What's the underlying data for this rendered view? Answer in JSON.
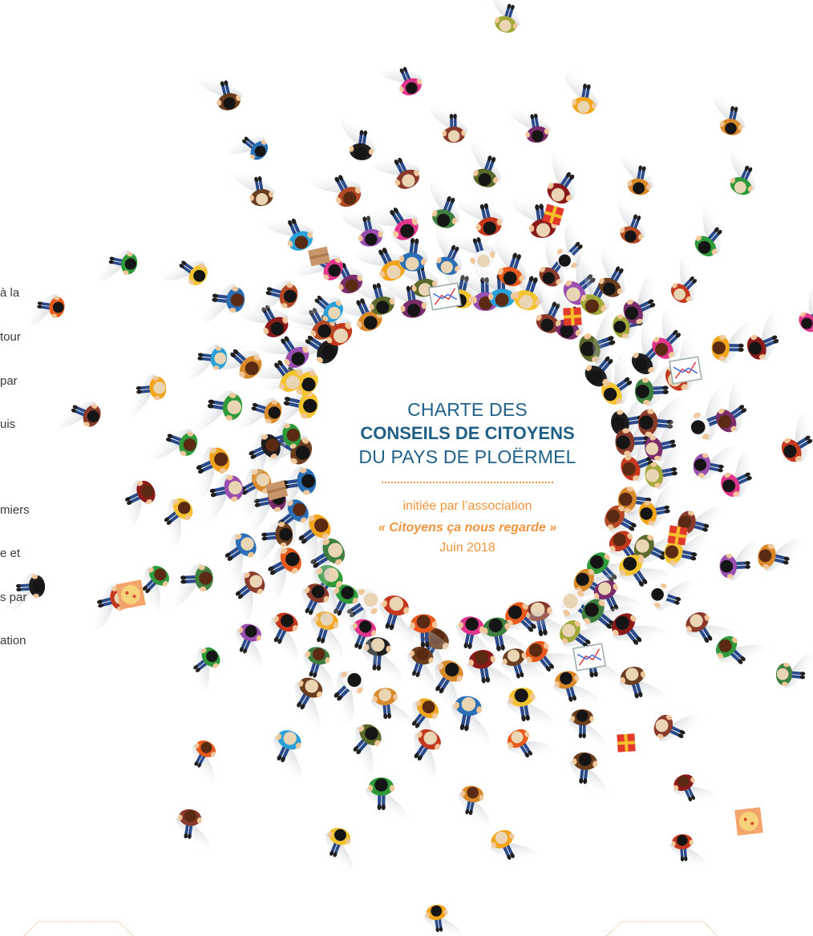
{
  "cover": {
    "line1": "CHARTE DES",
    "line2": "CONSEILS DE CITOYENS",
    "line3": "DU PAYS DE PLOËRMEL",
    "initiated": "initiée par l’association",
    "association": "« Citoyens ça nous regarde »",
    "date": "Juin 2018"
  },
  "left_fragments": [
    "à la",
    "tour",
    "par",
    "uis",
    "miers",
    "e et",
    "s par",
    "ation"
  ],
  "colors": {
    "title_blue": "#1f6189",
    "accent_orange": "#f0943e"
  }
}
